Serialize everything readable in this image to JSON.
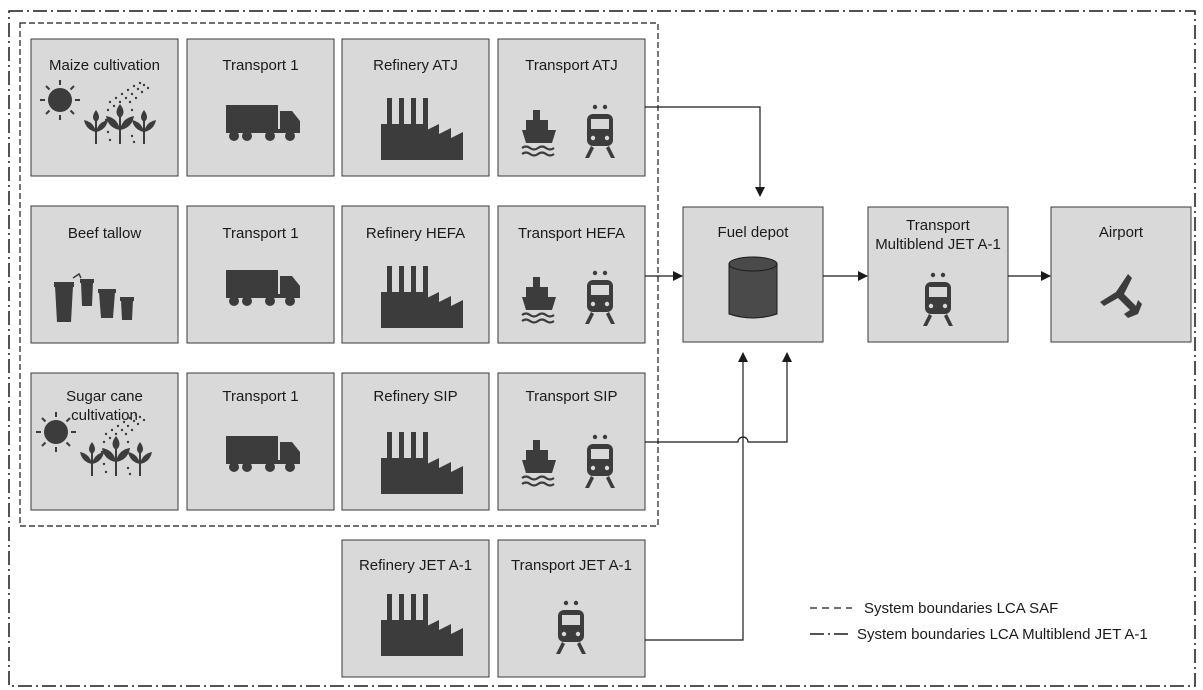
{
  "boxes": {
    "maize": {
      "label": "Maize cultivation",
      "icon": "sun-crops-icon"
    },
    "t1_a": {
      "label": "Transport 1",
      "icon": "truck-icon"
    },
    "ref_atj": {
      "label": "Refinery ATJ",
      "icon": "factory-icon"
    },
    "tr_atj": {
      "label": "Transport ATJ",
      "icon": "ship-train-icon"
    },
    "beef": {
      "label": "Beef tallow",
      "icon": "barrels-icon"
    },
    "t1_b": {
      "label": "Transport 1",
      "icon": "truck-icon"
    },
    "ref_hefa": {
      "label": "Refinery HEFA",
      "icon": "factory-icon"
    },
    "tr_hefa": {
      "label": "Transport HEFA",
      "icon": "ship-train-icon"
    },
    "sugar": {
      "label_line1": "Sugar cane",
      "label_line2": "cultivation",
      "icon": "sun-crops-icon"
    },
    "t1_c": {
      "label": "Transport 1",
      "icon": "truck-icon"
    },
    "ref_sip": {
      "label": "Refinery SIP",
      "icon": "factory-icon"
    },
    "tr_sip": {
      "label": "Transport SIP",
      "icon": "ship-train-icon"
    },
    "depot": {
      "label": "Fuel depot",
      "icon": "tank-icon"
    },
    "tr_multi": {
      "label_line1": "Transport",
      "label_line2": "Multiblend JET A-1",
      "icon": "train-icon"
    },
    "airport": {
      "label": "Airport",
      "icon": "airplane-icon"
    },
    "ref_jet": {
      "label": "Refinery JET A-1",
      "icon": "factory-icon"
    },
    "tr_jet": {
      "label": "Transport JET A-1",
      "icon": "train-icon"
    }
  },
  "legend": {
    "saf_symbol": "- - -",
    "saf_label": "System boundaries LCA SAF",
    "multi_symbol": "— · -",
    "multi_label": "System boundaries LCA Multiblend JET A-1"
  }
}
